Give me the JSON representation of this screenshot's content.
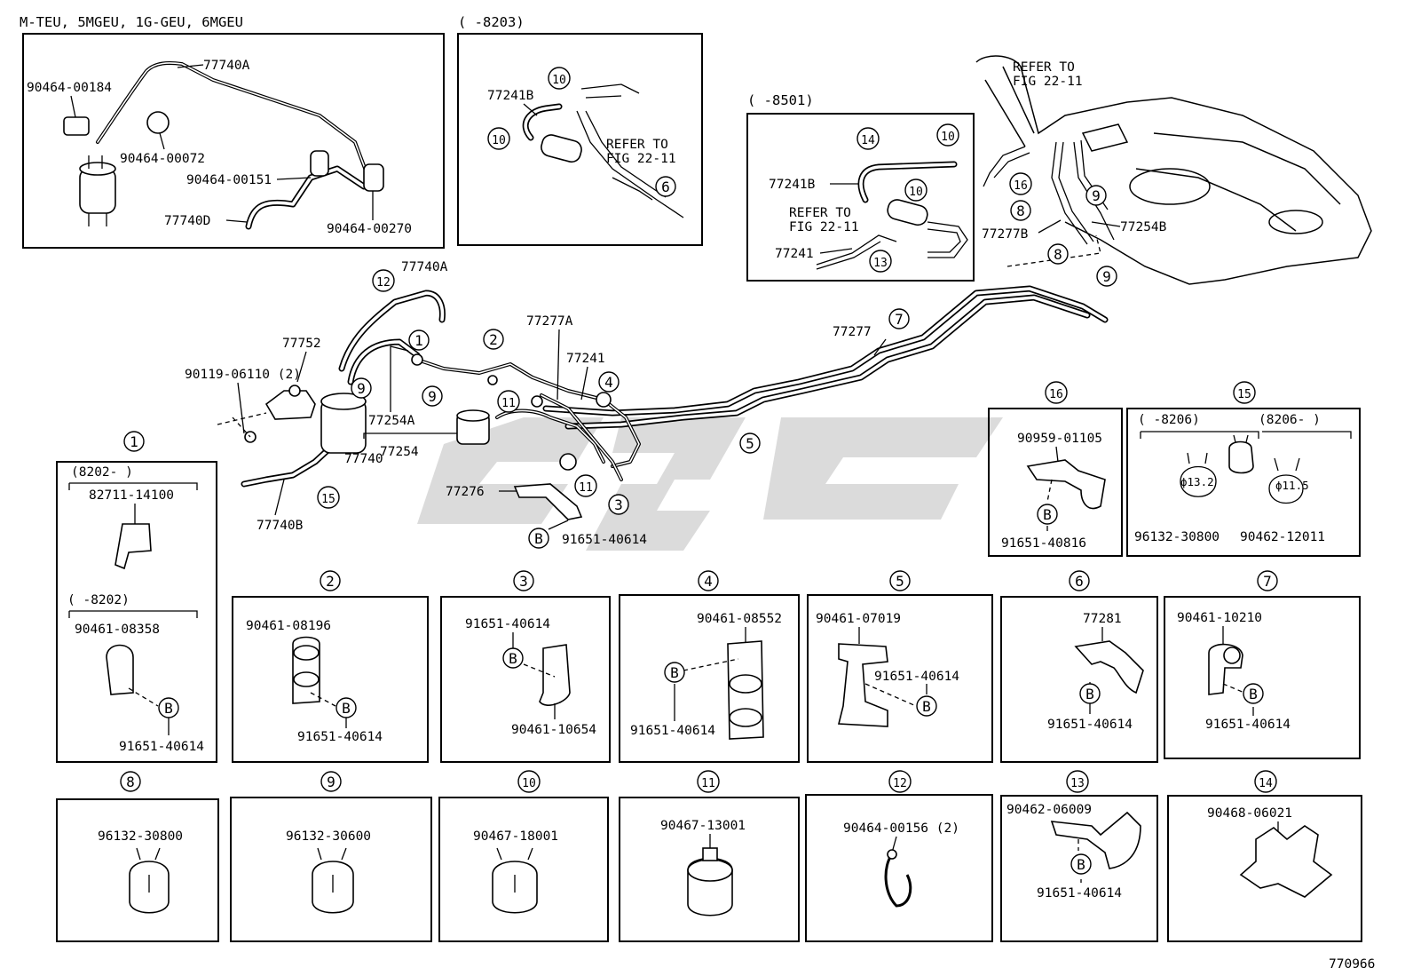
{
  "header_variant": "M-TEU, 5MGEU, 1G-GEU, 6MGEU",
  "inset_8203": {
    "title": "(      -8203)",
    "refer": [
      "REFER TO",
      "FIG 22-11"
    ],
    "p77241b": "77241B"
  },
  "inset_8501": {
    "title": "(      -8501)",
    "refer": [
      "REFER TO",
      "FIG 22-11"
    ],
    "p77241b": "77241B",
    "p77241": "77241"
  },
  "tank_refer": [
    "REFER TO",
    "FIG 22-11"
  ],
  "variant_parts": {
    "p77740a": "77740A",
    "p90464_00184": "90464-00184",
    "p90464_00072": "90464-00072",
    "p90464_00151": "90464-00151",
    "p77740d": "77740D",
    "p90464_00270": "90464-00270"
  },
  "main_parts": {
    "p77740a": "77740A",
    "p77752": "77752",
    "p90119": "90119-06110 (2)",
    "p77254a": "77254A",
    "p77254": "77254",
    "p77740": "77740",
    "p77740b": "77740B",
    "p77277a": "77277A",
    "p77241": "77241",
    "p77276": "77276",
    "p91651_40614": "91651-40614",
    "p77277": "77277",
    "p77277b": "77277B",
    "p77254b": "77254B"
  },
  "details": {
    "d1": {
      "variant_a": "(8202-       )",
      "pa": "82711-14100",
      "variant_b": "(      -8202)",
      "pb": "90461-08358",
      "pc": "91651-40614"
    },
    "d2": {
      "pa": "90461-08196",
      "pb": "91651-40614"
    },
    "d3": {
      "pa": "91651-40614",
      "pb": "90461-10654"
    },
    "d4": {
      "pa": "90461-08552",
      "pb": "91651-40614"
    },
    "d5": {
      "pa": "90461-07019",
      "pb": "91651-40614"
    },
    "d6": {
      "pa": "77281",
      "pb": "91651-40614"
    },
    "d7": {
      "pa": "90461-10210",
      "pb": "91651-40614"
    },
    "d8": {
      "pa": "96132-30800"
    },
    "d9": {
      "pa": "96132-30600"
    },
    "d10": {
      "pa": "90467-18001"
    },
    "d11": {
      "pa": "90467-13001"
    },
    "d12": {
      "pa": "90464-00156 (2)"
    },
    "d13": {
      "pa": "90462-06009",
      "pb": "91651-40614"
    },
    "d14": {
      "pa": "90468-06021"
    },
    "d15": {
      "variant_a": "(      -8206)",
      "variant_b": "(8206-       )",
      "dia_a": "ϕ13.2",
      "dia_b": "ϕ11.5",
      "pa": "96132-30800",
      "pb": "90462-12011"
    },
    "d16": {
      "pa": "90959-01105",
      "pb": "91651-40816"
    }
  },
  "ref_letter": "B",
  "callouts": [
    "1",
    "2",
    "3",
    "4",
    "5",
    "6",
    "7",
    "8",
    "9",
    "10",
    "11",
    "12",
    "13",
    "14",
    "15",
    "16"
  ],
  "figure_code": "770966"
}
